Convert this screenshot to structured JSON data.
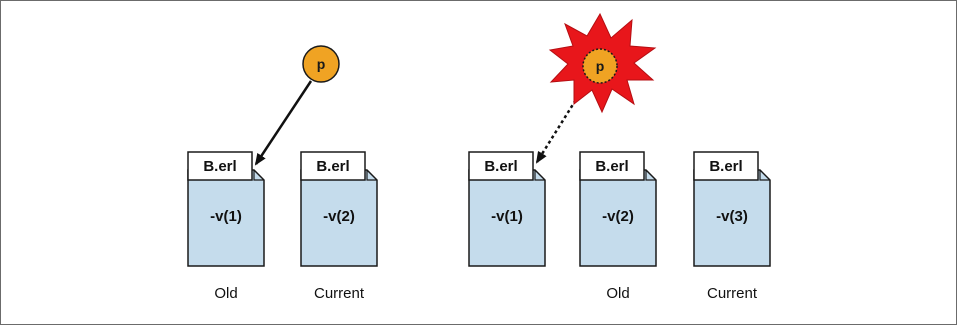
{
  "colors": {
    "module_fill": "#c5dcec",
    "module_stroke": "#1a1a1a",
    "tab_fill": "#ffffff",
    "process_fill": "#f0a323",
    "explosion_fill": "#e8161b",
    "arrow": "#111111"
  },
  "scenarios": [
    {
      "modules": [
        {
          "name": "B.erl",
          "version": "-v(1)",
          "label": "Old"
        },
        {
          "name": "B.erl",
          "version": "-v(2)",
          "label": "Current"
        }
      ],
      "process": {
        "label": "p",
        "killed": false
      }
    },
    {
      "modules": [
        {
          "name": "B.erl",
          "version": "-v(1)",
          "label": ""
        },
        {
          "name": "B.erl",
          "version": "-v(2)",
          "label": "Old"
        },
        {
          "name": "B.erl",
          "version": "-v(3)",
          "label": "Current"
        }
      ],
      "process": {
        "label": "p",
        "killed": true
      }
    }
  ]
}
